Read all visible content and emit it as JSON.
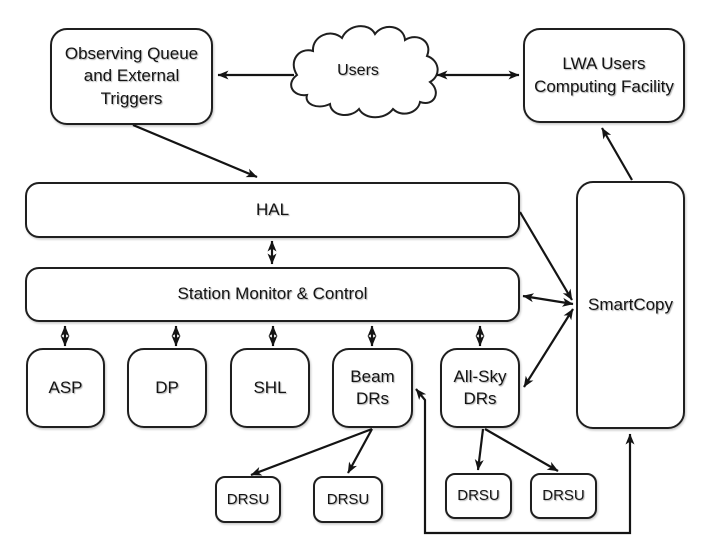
{
  "nodes": {
    "observing_queue": {
      "label": "Observing Queue\nand External\nTriggers"
    },
    "users": {
      "label": "Users"
    },
    "lwa_facility": {
      "label": "LWA Users\nComputing Facility"
    },
    "hal": {
      "label": "HAL"
    },
    "smc": {
      "label": "Station Monitor & Control"
    },
    "smartcopy": {
      "label": "SmartCopy"
    },
    "asp": {
      "label": "ASP"
    },
    "dp": {
      "label": "DP"
    },
    "shl": {
      "label": "SHL"
    },
    "beam_drs": {
      "label": "Beam\nDRs"
    },
    "allsky_drs": {
      "label": "All-Sky\nDRs"
    },
    "drsu_beam_1": {
      "label": "DRSU"
    },
    "drsu_beam_2": {
      "label": "DRSU"
    },
    "drsu_allsky_1": {
      "label": "DRSU"
    },
    "drsu_allsky_2": {
      "label": "DRSU"
    }
  },
  "edges": [
    {
      "from": "users",
      "to": "observing_queue",
      "arrow": "single"
    },
    {
      "from": "users",
      "to": "lwa_facility",
      "arrow": "double"
    },
    {
      "from": "observing_queue",
      "to": "hal",
      "arrow": "single"
    },
    {
      "from": "hal",
      "to": "smc",
      "arrow": "double"
    },
    {
      "from": "smc",
      "to": "asp",
      "arrow": "double"
    },
    {
      "from": "smc",
      "to": "dp",
      "arrow": "double"
    },
    {
      "from": "smc",
      "to": "shl",
      "arrow": "double"
    },
    {
      "from": "smc",
      "to": "beam_drs",
      "arrow": "double"
    },
    {
      "from": "smc",
      "to": "allsky_drs",
      "arrow": "double"
    },
    {
      "from": "hal",
      "to": "smartcopy",
      "arrow": "single"
    },
    {
      "from": "smc",
      "to": "smartcopy",
      "arrow": "double"
    },
    {
      "from": "smartcopy",
      "to": "allsky_drs",
      "arrow": "double"
    },
    {
      "from": "smartcopy",
      "to": "lwa_facility",
      "arrow": "single"
    },
    {
      "from": "beam_drs",
      "to": "drsu_beam_1",
      "arrow": "single"
    },
    {
      "from": "beam_drs",
      "to": "drsu_beam_2",
      "arrow": "single"
    },
    {
      "from": "allsky_drs",
      "to": "drsu_allsky_1",
      "arrow": "single"
    },
    {
      "from": "allsky_drs",
      "to": "drsu_allsky_2",
      "arrow": "single"
    },
    {
      "from": "smartcopy",
      "to": "beam_drs",
      "arrow": "double",
      "route": "bottom"
    }
  ],
  "colors": {
    "background": "#ffffff",
    "stroke": "#141414",
    "node_fill": "#ffffff",
    "text": "#141414"
  }
}
